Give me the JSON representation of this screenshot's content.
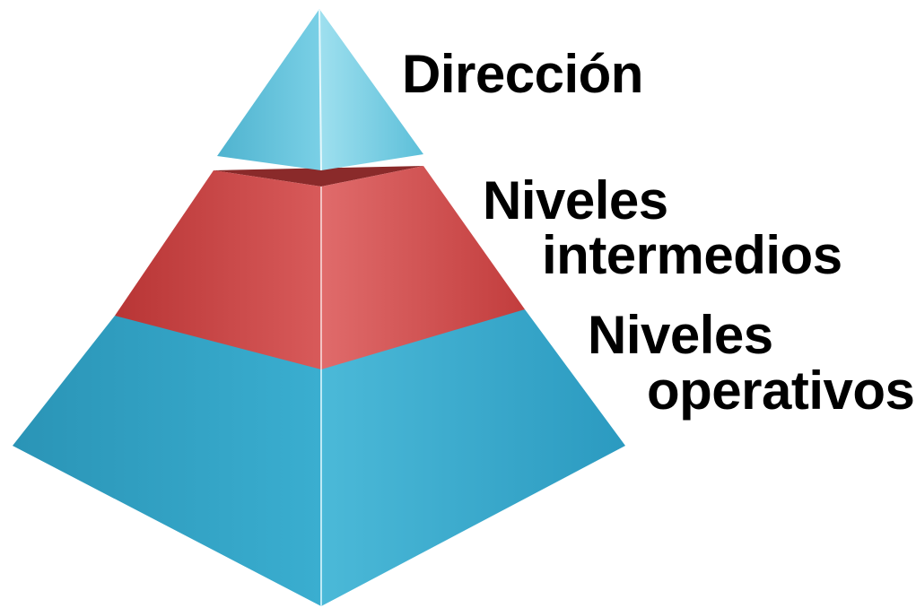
{
  "levels": {
    "top": {
      "label": "Dirección",
      "color": "#5fbfd8"
    },
    "middle": {
      "line1": "Niveles",
      "line2": "intermedios",
      "color": "#c84040"
    },
    "bottom": {
      "line1": "Niveles",
      "line2": "operativos",
      "color": "#2e9fc0"
    }
  }
}
